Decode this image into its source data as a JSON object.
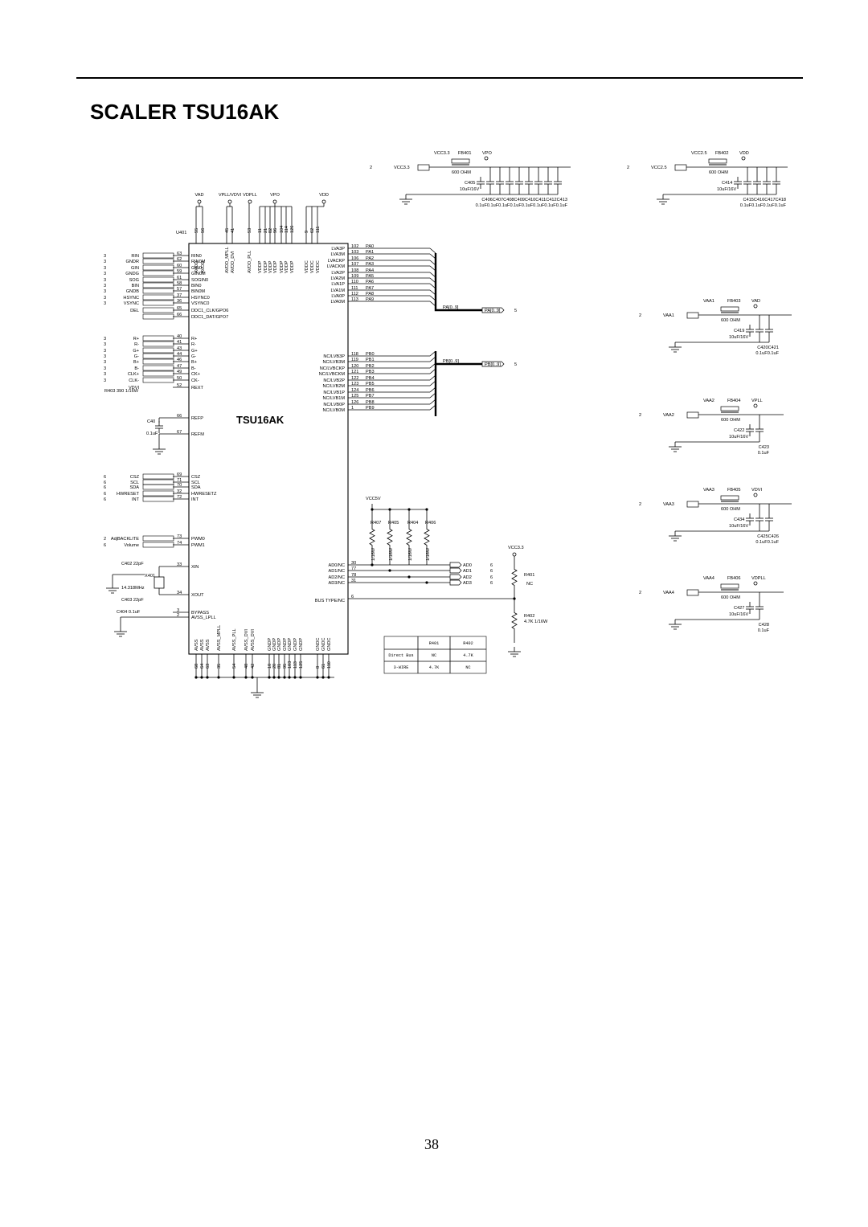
{
  "title": "SCALER TSU16AK",
  "page_number": "38",
  "chip": {
    "ref": "U401",
    "name": "TSU16AK",
    "top_rails": [
      "VAD",
      "VPLL/VDVI",
      "VDPLL",
      "VPO",
      "VDD"
    ],
    "top_pin_nums": [
      "55",
      "56",
      "45",
      "41",
      "53",
      "11",
      "21",
      "82",
      "96",
      "104",
      "114",
      "126",
      "9",
      "62",
      "111"
    ],
    "top_pin_names": [
      "AVDD",
      "AVDD",
      "AVDD_MPLL",
      "AVDD_DVI",
      "AVDD_PLL",
      "VDDP",
      "VDDP",
      "VDDP",
      "VDDP",
      "VDDP",
      "VDDP",
      "VDDP",
      "VDDC",
      "VDDC",
      "VDDC"
    ],
    "bottom_pin_nums": [
      "68",
      "64",
      "63",
      "35",
      "54",
      "48",
      "42",
      "10",
      "20",
      "81",
      "95",
      "103",
      "113",
      "125",
      "8",
      "61",
      "110"
    ],
    "bottom_pin_names": [
      "AVSS",
      "AVSS",
      "AVSS",
      "AVSS_MPLL",
      "AVSS_PLL",
      "AVSS_DVI",
      "AVSS_DVI",
      "GNDP",
      "GNDP",
      "GNDP",
      "GNDP",
      "GNDP",
      "GNDP",
      "GNDP",
      "GNDC",
      "GNDC",
      "GNDC"
    ]
  },
  "left_pins": [
    {
      "sheet": "3",
      "net": "RIN",
      "num": "63",
      "pin": "RIN0"
    },
    {
      "sheet": "3",
      "net": "GNDR",
      "num": "62",
      "pin": "RIN0M"
    },
    {
      "sheet": "3",
      "net": "GIN",
      "num": "60",
      "pin": "GIN0"
    },
    {
      "sheet": "3",
      "net": "GNDG",
      "num": "59",
      "pin": "GIN0M"
    },
    {
      "sheet": "3",
      "net": "SOG",
      "num": "61",
      "pin": "SOGIN0"
    },
    {
      "sheet": "3",
      "net": "BIN",
      "num": "58",
      "pin": "BIN0"
    },
    {
      "sheet": "3",
      "net": "GNDB",
      "num": "57",
      "pin": "BIN0M"
    },
    {
      "sheet": "3",
      "net": "HSYNC",
      "num": "37",
      "pin": "HSYNC0"
    },
    {
      "sheet": "3",
      "net": "VSYNC",
      "num": "36",
      "pin": "VSYNC0"
    },
    {
      "sheet": "",
      "net": "DEL",
      "num": "65",
      "pin": "DDC1_CLK/GPO6"
    },
    {
      "sheet": "",
      "net": "",
      "num": "66",
      "pin": "DDC1_DAT/GPO7"
    },
    {
      "sheet": "3",
      "net": "R+",
      "num": "40",
      "pin": "R+"
    },
    {
      "sheet": "3",
      "net": "R-",
      "num": "41",
      "pin": "R-"
    },
    {
      "sheet": "3",
      "net": "G+",
      "num": "43",
      "pin": "G+"
    },
    {
      "sheet": "3",
      "net": "G-",
      "num": "44",
      "pin": "G-"
    },
    {
      "sheet": "3",
      "net": "B+",
      "num": "46",
      "pin": "B+"
    },
    {
      "sheet": "3",
      "net": "B-",
      "num": "47",
      "pin": "B-"
    },
    {
      "sheet": "3",
      "net": "CLK+",
      "num": "49",
      "pin": "CK+"
    },
    {
      "sheet": "3",
      "net": "CLK-",
      "num": "50",
      "pin": "CK-"
    },
    {
      "sheet": "",
      "net": "VDVI",
      "num": "52",
      "pin": "REXT"
    },
    {
      "sheet": "",
      "net": "",
      "num": "66",
      "pin": "REFP"
    },
    {
      "sheet": "",
      "net": "",
      "num": "67",
      "pin": "REFM"
    },
    {
      "sheet": "6",
      "net": "CSZ",
      "num": "69",
      "pin": "CSZ"
    },
    {
      "sheet": "6",
      "net": "SCL",
      "num": "71",
      "pin": "SCL"
    },
    {
      "sheet": "6",
      "net": "SDA",
      "num": "70",
      "pin": "SDA"
    },
    {
      "sheet": "6",
      "net": "HWRESET",
      "num": "32",
      "pin": "HWRESETZ"
    },
    {
      "sheet": "6",
      "net": "INT",
      "num": "72",
      "pin": "INT"
    },
    {
      "sheet": "2",
      "net": "AdjBACKLITE",
      "num": "73",
      "pin": "PWM0"
    },
    {
      "sheet": "6",
      "net": "Volume",
      "num": "74",
      "pin": "PWM1"
    },
    {
      "sheet": "",
      "net": "",
      "num": "33",
      "pin": "XIN"
    },
    {
      "sheet": "",
      "net": "",
      "num": "34",
      "pin": "XOUT"
    },
    {
      "sheet": "",
      "net": "",
      "num": "3",
      "pin": "BYPASS"
    },
    {
      "sheet": "",
      "net": "",
      "num": "2",
      "pin": "AVSS_LPLL"
    }
  ],
  "rext": {
    "ref": "R403",
    "value": "390",
    "rating": "1/16W"
  },
  "refcap": {
    "ref": "C40",
    "value": "0.1uF"
  },
  "crystal": {
    "ref": "X401",
    "freq": "14.318MHz",
    "c1": "C402",
    "c1v": "22pF",
    "c2": "C403",
    "c2v": "22pF",
    "bypass": "C404",
    "bypassv": "0.1uF"
  },
  "right_pins_a": [
    {
      "pin": "LVA3P",
      "num": "102",
      "net": "PA0"
    },
    {
      "pin": "LVA3M",
      "num": "103",
      "net": "PA1"
    },
    {
      "pin": "LVACKP",
      "num": "106",
      "net": "PA2"
    },
    {
      "pin": "LVACKM",
      "num": "107",
      "net": "PA3"
    },
    {
      "pin": "LVA2P",
      "num": "108",
      "net": "PA4"
    },
    {
      "pin": "LVA2M",
      "num": "109",
      "net": "PA5"
    },
    {
      "pin": "LVA1P",
      "num": "110",
      "net": "PA6"
    },
    {
      "pin": "LVA1M",
      "num": "111",
      "net": "PA7"
    },
    {
      "pin": "LVA0P",
      "num": "112",
      "net": "PA8"
    },
    {
      "pin": "LVA0M",
      "num": "113",
      "net": "PA9"
    }
  ],
  "right_pins_b": [
    {
      "pin": "NC/LVB3P",
      "num": "118",
      "net": "PB0"
    },
    {
      "pin": "NC/LVB3M",
      "num": "119",
      "net": "PB1"
    },
    {
      "pin": "NC/LVBCKP",
      "num": "120",
      "net": "PB2"
    },
    {
      "pin": "NC/LVBCKM",
      "num": "121",
      "net": "PB3"
    },
    {
      "pin": "NC/LVB2P",
      "num": "122",
      "net": "PB4"
    },
    {
      "pin": "NC/LVB2M",
      "num": "123",
      "net": "PB5"
    },
    {
      "pin": "NC/LVB1P",
      "num": "124",
      "net": "PB6"
    },
    {
      "pin": "NC/LVB1M",
      "num": "125",
      "net": "PB7"
    },
    {
      "pin": "NC/LVB0P",
      "num": "126",
      "net": "PB8"
    },
    {
      "pin": "NC/LVB0M",
      "num": "1",
      "net": "PB9"
    }
  ],
  "bus_a": {
    "label": "PA[0..9]",
    "port": "PA[0..9]",
    "sheet": "5"
  },
  "bus_b": {
    "label": "PB[0..9]",
    "port": "PB[0..9]",
    "sheet": "5"
  },
  "right_pins_ad": [
    {
      "pin": "AD0/NC",
      "num": "30",
      "net": "AD0",
      "sheet": "6"
    },
    {
      "pin": "AD1/NC",
      "num": "77",
      "net": "AD1",
      "sheet": "6"
    },
    {
      "pin": "AD2/NC",
      "num": "78",
      "net": "AD2",
      "sheet": "6"
    },
    {
      "pin": "AD3/NC",
      "num": "31",
      "net": "AD3",
      "sheet": "6"
    }
  ],
  "bustype": {
    "pin": "BUS TYPE/NC",
    "num": "6"
  },
  "pullups": {
    "rail": "VCC5V",
    "refs": [
      "R407",
      "R405",
      "R404",
      "R406"
    ],
    "value": "1/16W"
  },
  "bus_resistors": {
    "rail": "VCC3.3",
    "r1": "R401",
    "r1v": "NC",
    "r2": "R402",
    "r2v": "4.7K",
    "r2rating": "1/16W"
  },
  "config_table": {
    "headers": [
      "",
      "R401",
      "R402"
    ],
    "rows": [
      [
        "Direct Bus",
        "NC",
        "4.7K"
      ],
      [
        "3-WIRE",
        "4.7K",
        "NC"
      ]
    ]
  },
  "supply_vpo": {
    "sheet": "2",
    "in": "VCC3.3",
    "fb": "FB401",
    "fbv": "600 OHM",
    "out": "VPO",
    "cap": "C405",
    "capv": "10uF/16V",
    "caps": "C406C407C408C409C410C411C412C413",
    "capsv": "0.1uF0.1uF0.1uF0.1uF0.1uF0.1uF0.1uF0.1uF"
  },
  "supply_vdd": {
    "sheet": "2",
    "in": "VCC2.5",
    "fb": "FB402",
    "fbv": "600 OHM",
    "out": "VDD",
    "cap": "C414",
    "capv": "10uF/16V",
    "caps": "C415C416C417C418",
    "capsv": "0.1uF0.1uF0.1uF0.1uF"
  },
  "supply_vad": {
    "sheet": "2",
    "in": "VAA1",
    "fb": "FB403",
    "fbv": "600 OHM",
    "out": "VAD",
    "cap": "C419",
    "capv": "10uF/16V",
    "caps": "C420C421",
    "capsv": "0.1uF0.1uF"
  },
  "supply_vpll": {
    "sheet": "2",
    "in": "VAA2",
    "fb": "FB404",
    "fbv": "600 OHM",
    "out": "VPLL",
    "cap": "C422",
    "capv": "10uF/16V",
    "caps": "C423",
    "capsv": "0.1uF"
  },
  "supply_vdvi": {
    "sheet": "2",
    "in": "VAA3",
    "fb": "FB405",
    "fbv": "600 OHM",
    "out": "VDVI",
    "cap": "C434",
    "capv": "10uF/16V",
    "caps": "C425C426",
    "capsv": "0.1uF0.1uF"
  },
  "supply_vdpll": {
    "sheet": "2",
    "in": "VAA4",
    "fb": "FB406",
    "fbv": "600 OHM",
    "out": "VDPLL",
    "cap": "C427",
    "capv": "10uF/16V",
    "caps": "C428",
    "capsv": "0.1uF"
  }
}
